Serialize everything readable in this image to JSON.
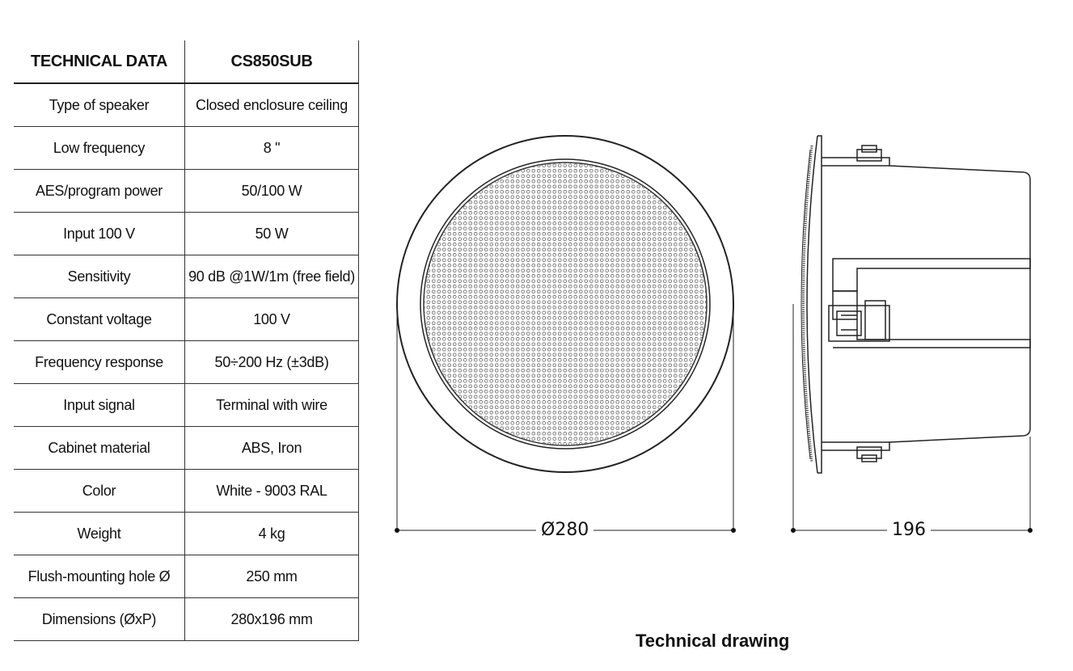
{
  "table": {
    "header": {
      "label": "TECHNICAL DATA",
      "model": "CS850SUB"
    },
    "rows": [
      {
        "label": "Type of speaker",
        "value": "Closed enclosure ceiling"
      },
      {
        "label": "Low frequency",
        "value": "8 \""
      },
      {
        "label": "AES/program power",
        "value": "50/100 W"
      },
      {
        "label": "Input 100 V",
        "value": "50 W"
      },
      {
        "label": "Sensitivity",
        "value": "90 dB @1W/1m (free field)"
      },
      {
        "label": "Constant voltage",
        "value": "100 V"
      },
      {
        "label": "Frequency response",
        "value": "50÷200 Hz (±3dB)"
      },
      {
        "label": "Input signal",
        "value": "Terminal with wire"
      },
      {
        "label": "Cabinet material",
        "value": "ABS, Iron"
      },
      {
        "label": "Color",
        "value": "White - 9003 RAL"
      },
      {
        "label": "Weight",
        "value": "4 kg"
      },
      {
        "label": "Flush-mounting hole Ø",
        "value": "250 mm"
      },
      {
        "label": "Dimensions (ØxP)",
        "value": "280x196 mm"
      }
    ]
  },
  "drawing": {
    "front_dimension": "Ø280",
    "side_dimension": "196",
    "caption": "Technical drawing"
  }
}
